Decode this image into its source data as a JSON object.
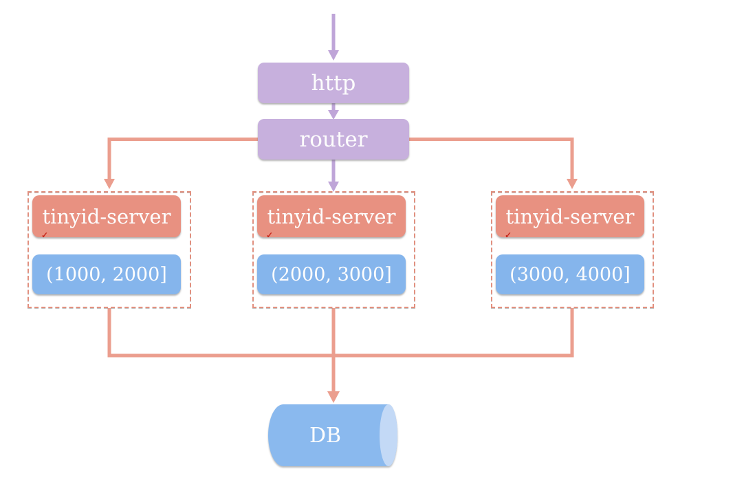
{
  "colors": {
    "purple-fill": "#c7b0dd",
    "purple-line": "#bfa5d8",
    "salmon-fill": "#e89181",
    "salmon-line": "#eb9e8e",
    "dashed-border": "#e2907f",
    "blue-fill": "#85b5ec",
    "db-fill": "#8ab9ee",
    "db-cap-fill": "#c3d9f6",
    "text": "#fdfdfd",
    "spell-mark": "#c7281c"
  },
  "nodes": {
    "http": {
      "label": "http"
    },
    "router": {
      "label": "router"
    },
    "servers": [
      {
        "label": "tinyid-server",
        "range": "(1000, 2000]"
      },
      {
        "label": "tinyid-server",
        "range": "(2000, 3000]"
      },
      {
        "label": "tinyid-server",
        "range": "(3000, 4000]"
      }
    ],
    "db": {
      "label": "DB"
    }
  },
  "marks": {
    "spellcheck": "✓"
  }
}
